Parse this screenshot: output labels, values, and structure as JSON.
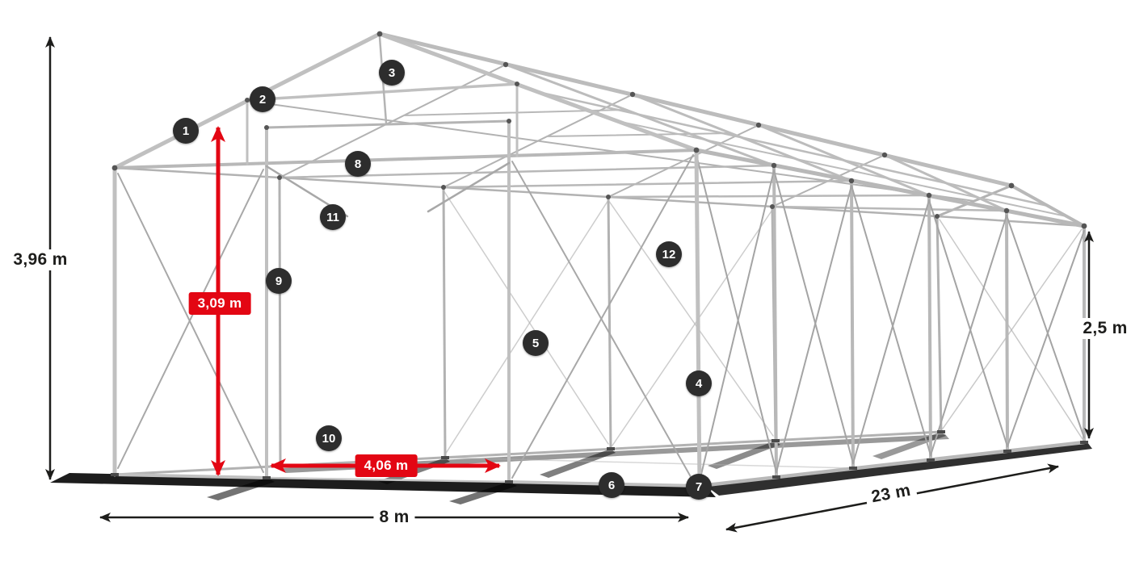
{
  "diagram": {
    "markers": [
      {
        "label": "1"
      },
      {
        "label": "2"
      },
      {
        "label": "3"
      },
      {
        "label": "4"
      },
      {
        "label": "5"
      },
      {
        "label": "6"
      },
      {
        "label": "7"
      },
      {
        "label": "8"
      },
      {
        "label": "9"
      },
      {
        "label": "10"
      },
      {
        "label": "11"
      },
      {
        "label": "12"
      }
    ],
    "dimensions": {
      "total_height": "3,96 m",
      "passage_height": "3,09 m",
      "passage_width": "4,06 m",
      "front_width": "8 m",
      "side_length": "23 m",
      "side_height": "2,5 m"
    },
    "colors": {
      "accent_red": "#e30613",
      "marker_bg": "#2d2d2d",
      "dim_text": "#1d1d1b",
      "frame_light": "#c0c0c0",
      "frame_mid": "#b2b2b2",
      "joint_dark": "#555555"
    }
  }
}
